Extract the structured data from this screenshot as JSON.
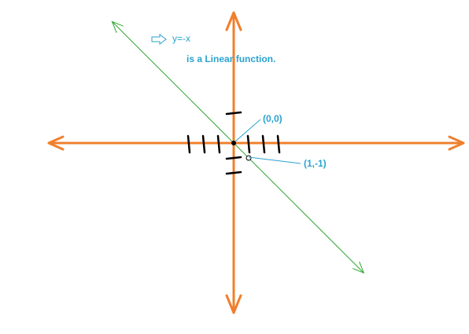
{
  "chart_data": {
    "type": "line",
    "series": [
      {
        "values": [
          [
            -3,
            3
          ],
          [
            3,
            -3
          ]
        ]
      }
    ],
    "annotations": {
      "equation": "y=-x",
      "description": "is a Linear function.",
      "origin_label": "(0,0)",
      "point_label": "(1,-1)"
    },
    "points": [
      {
        "x": 0,
        "y": 0
      },
      {
        "x": 1,
        "y": -1
      }
    ],
    "ticks": {
      "x": [
        -3,
        -2,
        -1,
        1,
        2,
        3
      ],
      "y": [
        2,
        -1,
        -2
      ]
    },
    "grid": false,
    "colors": {
      "axis": "#f07f2d",
      "line": "#2da832",
      "label": "#2aa3cf",
      "tick": "#000000"
    }
  }
}
